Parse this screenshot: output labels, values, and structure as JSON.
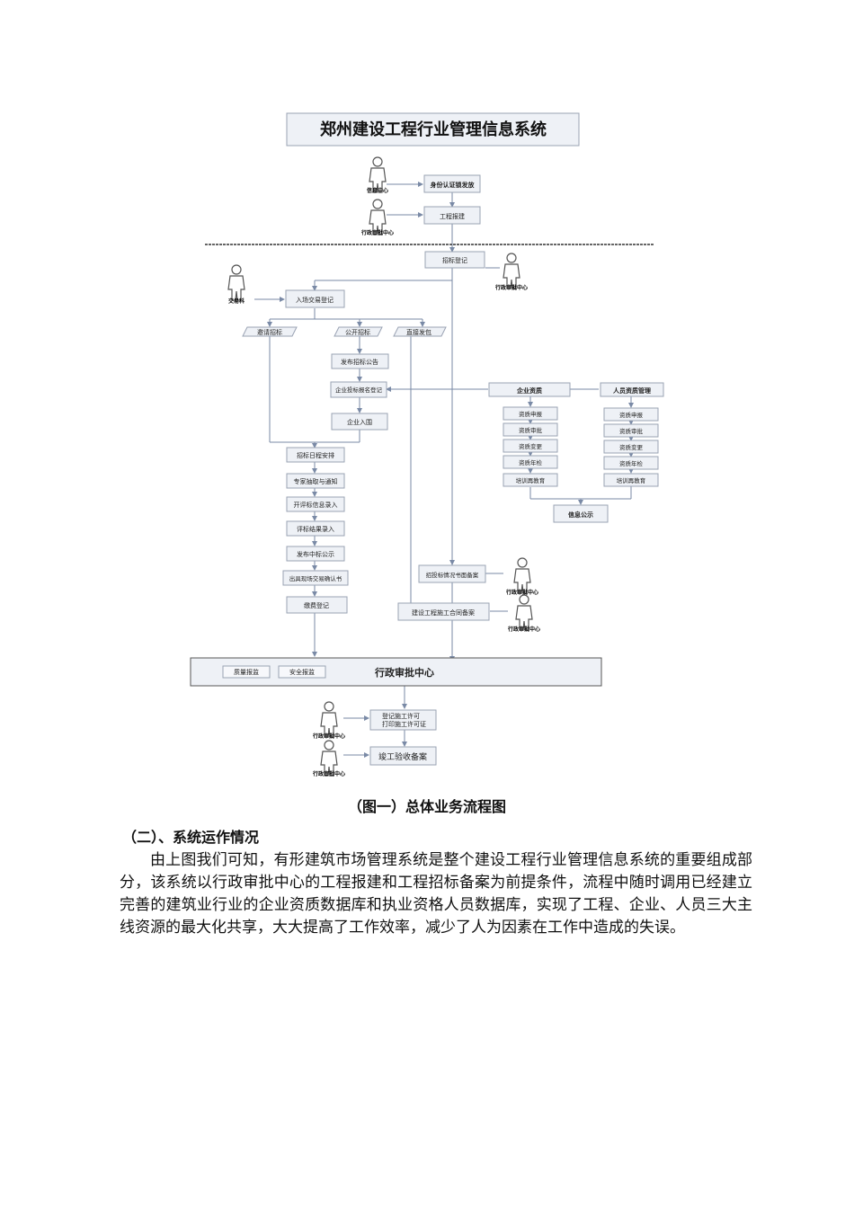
{
  "diagram": {
    "title": "郑州建设工程行业管理信息系统",
    "actors": {
      "info_center": "信息中心",
      "admin_center": "行政审批中心",
      "trading_section": "交易科"
    },
    "nodes": {
      "identity": "身份认证锁发放",
      "project_report": "工程报建",
      "bid_register": "招标登记",
      "entry_register": "入场交易登记",
      "invited_bid": "邀请招标",
      "public_bid": "公开招标",
      "direct_contract": "直接发包",
      "publish_notice": "发布招标公告",
      "enterprise_signup": "企业投标报名登记",
      "enterprise_enter": "企业入围",
      "bid_schedule": "招标日程安排",
      "expert_select": "专家抽取与通知",
      "open_bid_entry": "开评标信息录入",
      "eval_result_entry": "评标结果录入",
      "publish_winner": "发布中标公示",
      "trade_confirm": "出具现场交易确认书",
      "fee_register": "缴费登记",
      "bid_report_filing": "招投标情况书面备案",
      "contract_filing": "建设工程施工合同备案",
      "admin_center_box": "行政审批中心",
      "quality_supervision": "质量报监",
      "safety_supervision": "安全报监",
      "construction_permit_line1": "登记施工许可",
      "construction_permit_line2": "打印施工许可证",
      "completion_filing": "竣工验收备案",
      "credit_publicity": "信息公示"
    },
    "enterprise_qualification": {
      "title": "企业资质",
      "items": [
        "资质申报",
        "资质审批",
        "资质变更",
        "资质年检",
        "培训再教育"
      ]
    },
    "personnel_qualification": {
      "title": "人员资质管理",
      "items": [
        "资质申报",
        "资质审批",
        "资质变更",
        "资质年检",
        "培训再教育"
      ]
    }
  },
  "caption": "（图一）总体业务流程图",
  "section_heading": "（二）、系统运作情况",
  "paragraph": "由上图我们可知，有形建筑市场管理系统是整个建设工程行业管理信息系统的重要组成部分，该系统以行政审批中心的工程报建和工程招标备案为前提条件，流程中随时调用已经建立完善的建筑业行业的企业资质数据库和执业资格人员数据库，实现了工程、企业、人员三大主线资源的最大化共享，大大提高了工作效率，减少了人为因素在工作中造成的失误。"
}
